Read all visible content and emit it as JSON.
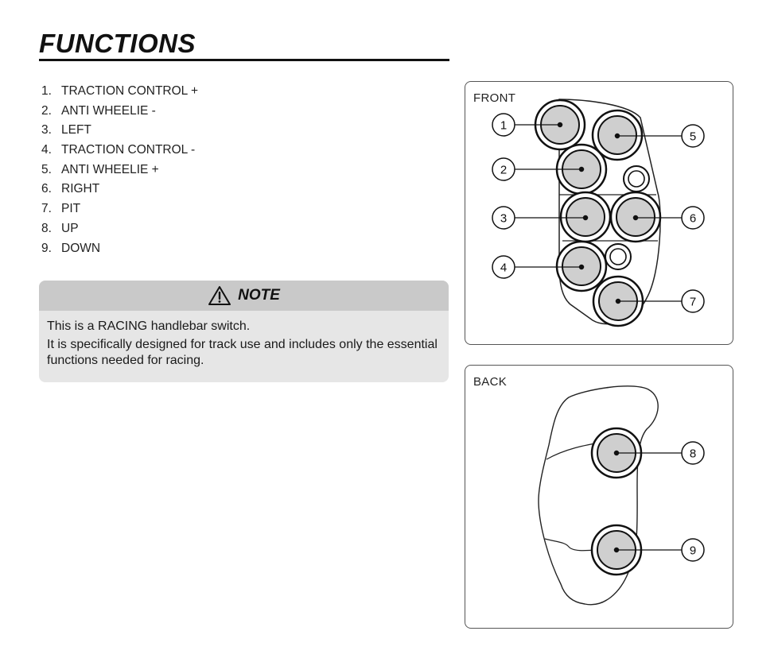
{
  "header": {
    "title": "FUNCTIONS"
  },
  "functions": [
    {
      "num": "1.",
      "label": "TRACTION CONTROL +"
    },
    {
      "num": "2.",
      "label": "ANTI WHEELIE -"
    },
    {
      "num": "3.",
      "label": "LEFT"
    },
    {
      "num": "4.",
      "label": "TRACTION CONTROL -"
    },
    {
      "num": "5.",
      "label": "ANTI WHEELIE +"
    },
    {
      "num": "6.",
      "label": "RIGHT"
    },
    {
      "num": "7.",
      "label": "PIT"
    },
    {
      "num": "8.",
      "label": "UP"
    },
    {
      "num": "9.",
      "label": "DOWN"
    }
  ],
  "note": {
    "icon": "warning-triangle-icon",
    "heading": "NOTE",
    "line1": "This is a RACING handlebar switch.",
    "line2": "It is specifically designed for track use and includes only the essential functions needed for racing."
  },
  "front_panel": {
    "label": "FRONT",
    "callouts": [
      "1",
      "2",
      "3",
      "4",
      "5",
      "6",
      "7"
    ]
  },
  "back_panel": {
    "label": "BACK",
    "callouts": [
      "8",
      "9"
    ]
  },
  "colors": {
    "button_fill": "#cfcfcf",
    "note_header": "#c9c9c9",
    "note_body": "#e6e6e6"
  }
}
